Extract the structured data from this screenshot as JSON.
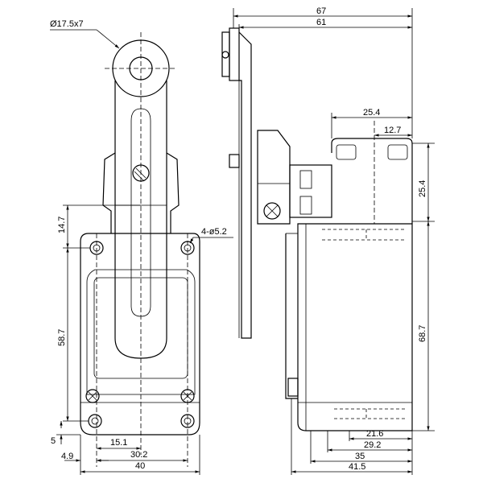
{
  "dimensions": {
    "roller": "Ø17.5x7",
    "holes": "4-ø5.2",
    "d14_7": "14.7",
    "d58_7": "58.7",
    "d5": "5",
    "d4_9": "4.9",
    "d15_1": "15.1",
    "d30_2": "30.2",
    "d40": "40",
    "d67": "67",
    "d61": "61",
    "d25_4_top": "25.4",
    "d12_7": "12.7",
    "d25_4_side": "25.4",
    "d68_7": "68.7",
    "d21_6": "21.6",
    "d29_2": "29.2",
    "d35": "35",
    "d41_5": "41.5"
  }
}
